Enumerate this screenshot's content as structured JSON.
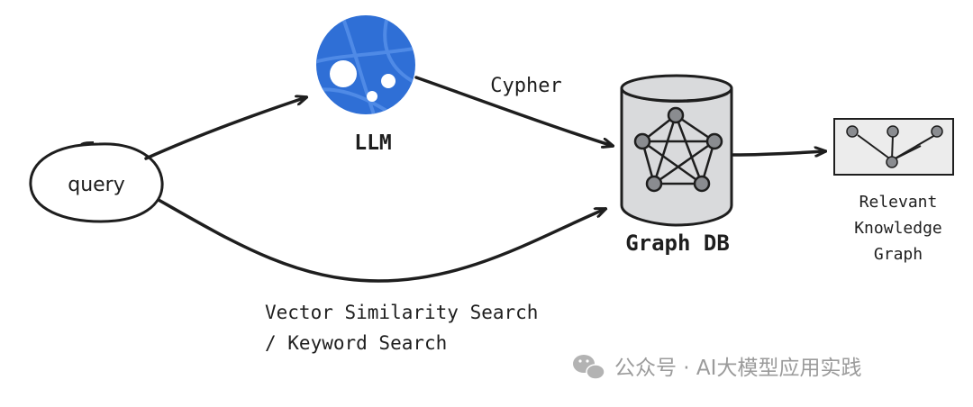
{
  "nodes": {
    "query": "query",
    "llm": "LLM",
    "graph_db": "Graph DB",
    "result_line1": "Relevant",
    "result_line2": "Knowledge",
    "result_line3": "Graph"
  },
  "edges": {
    "llm_to_db": "Cypher",
    "query_to_db_line1": "Vector Similarity Search",
    "query_to_db_line2": "/ Keyword Search"
  },
  "watermark": {
    "text": "公众号 · AI大模型应用实践",
    "icon": "wechat-icon"
  },
  "colors": {
    "stroke": "#1e1e1e",
    "llm_blue": "#2f6fd6",
    "db_fill": "#d9dadc",
    "graph_node": "#8a8c90",
    "panel_fill": "#ececec",
    "watermark": "#9b9b9b"
  }
}
